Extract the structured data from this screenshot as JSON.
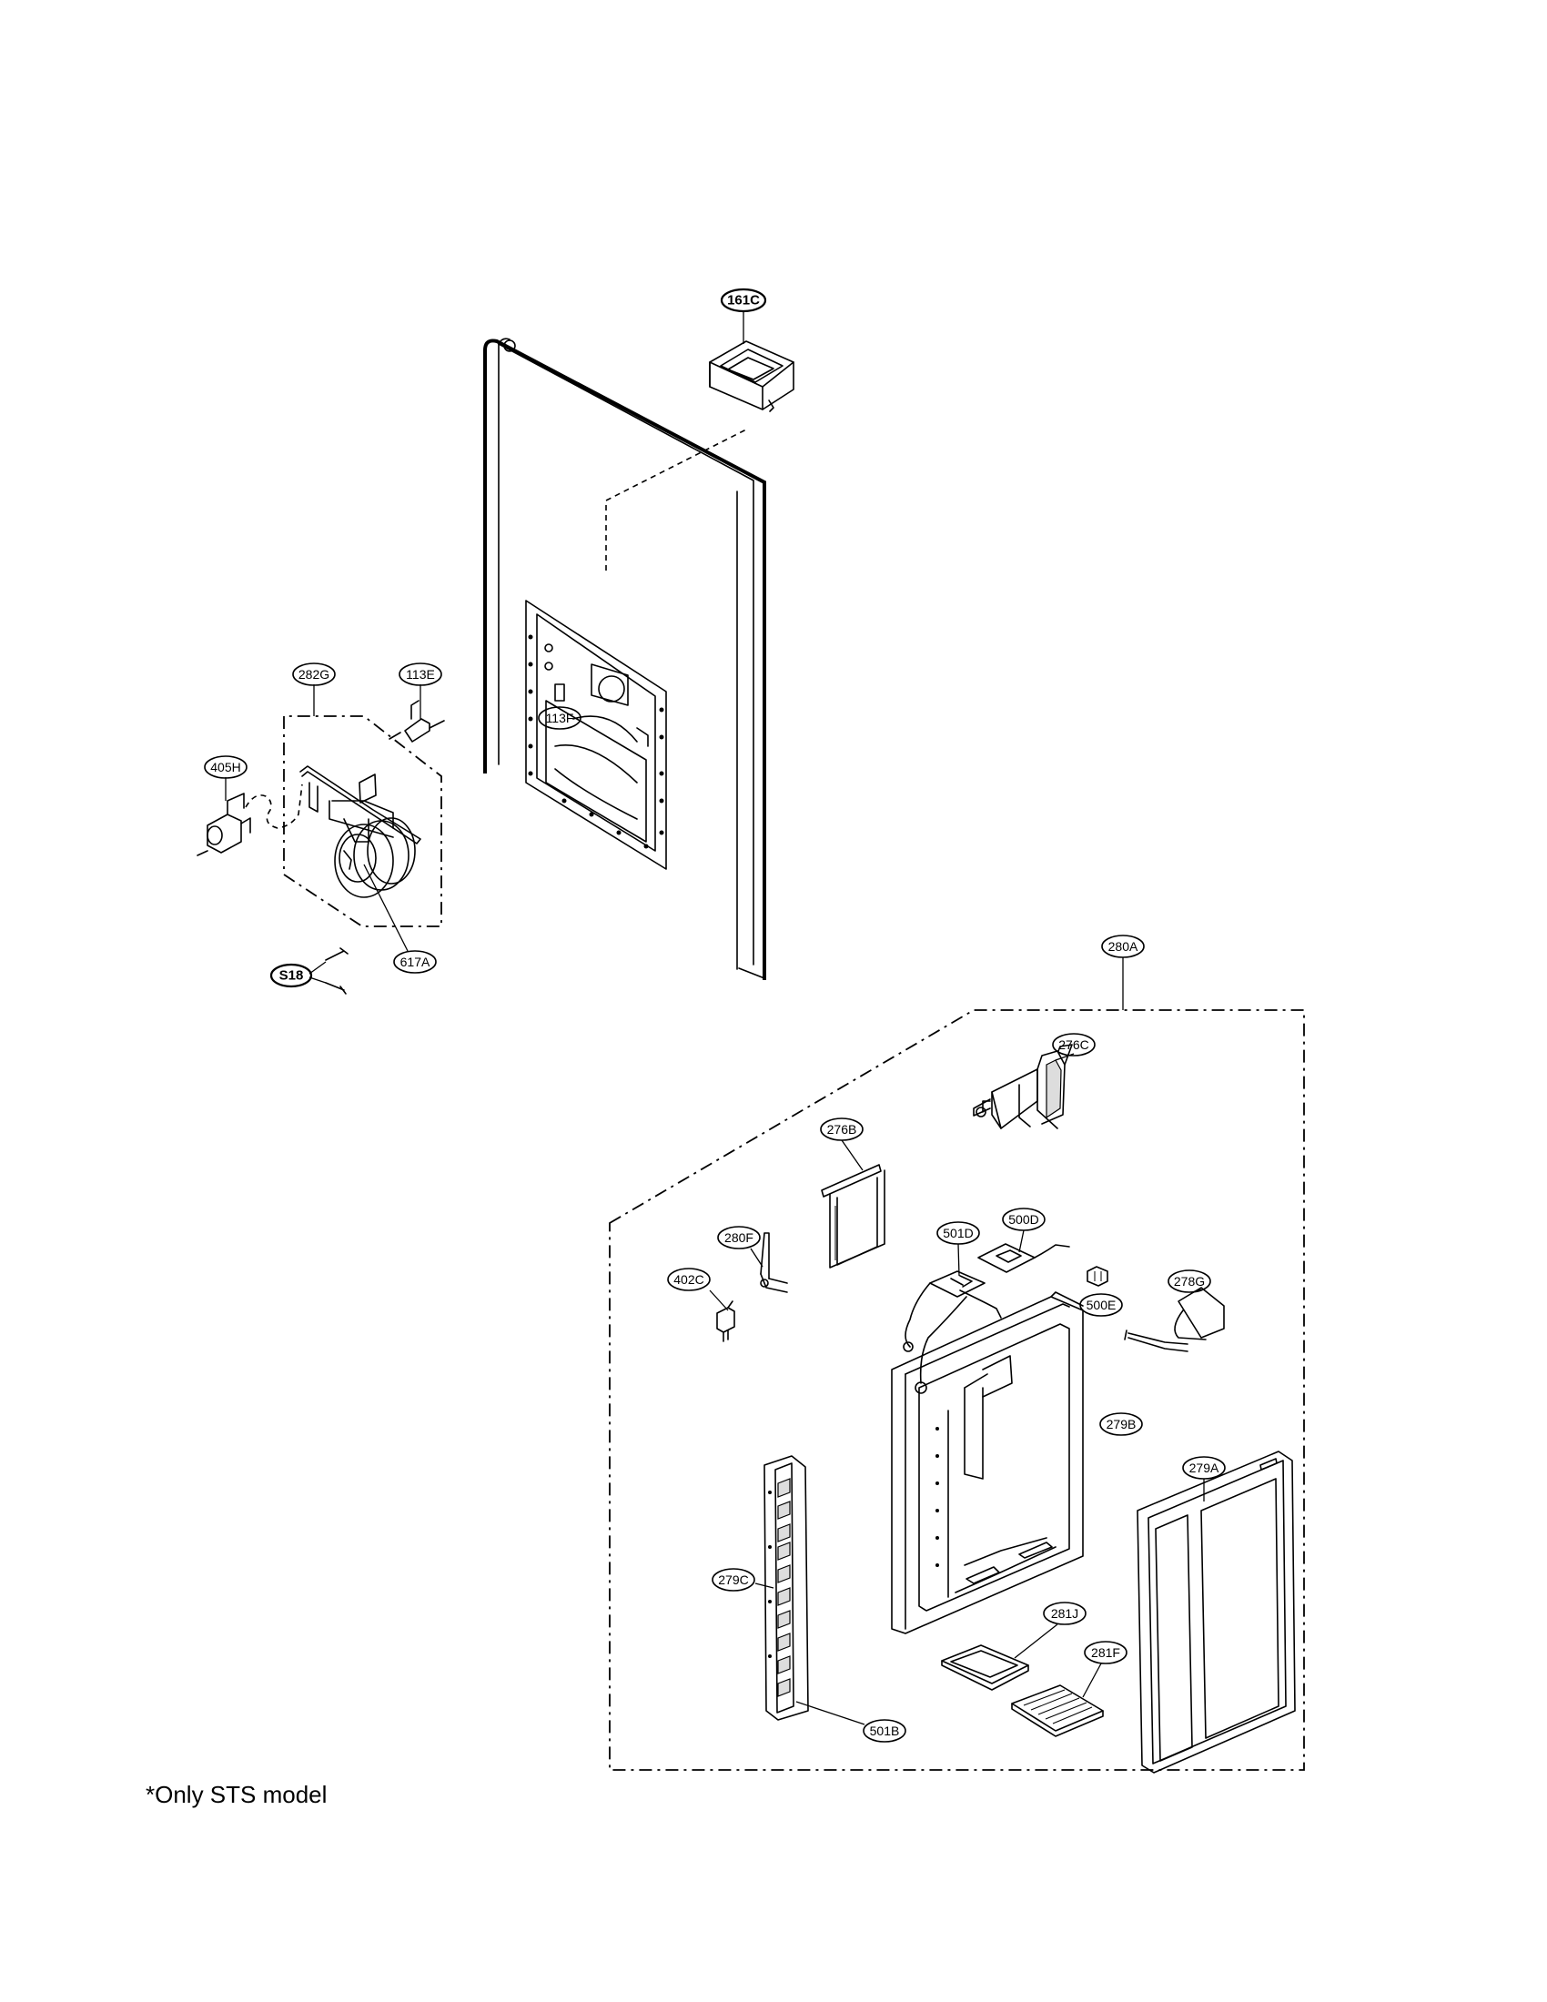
{
  "callouts": {
    "c161C": "161C",
    "c282G": "282G",
    "c113E": "113E",
    "c405H": "405H",
    "c113F": "113F",
    "c617A": "617A",
    "cS18": "S18",
    "c280A": "280A",
    "c276C": "276C",
    "c276B": "276B",
    "c501D": "501D",
    "c500D": "500D",
    "c280F": "280F",
    "c402C": "402C",
    "c500E": "500E",
    "c278G": "278G",
    "c279B": "279B",
    "c279A": "279A",
    "c279C": "279C",
    "c281J": "281J",
    "c281F": "281F",
    "c501B": "501B"
  },
  "note": "*Only STS model"
}
